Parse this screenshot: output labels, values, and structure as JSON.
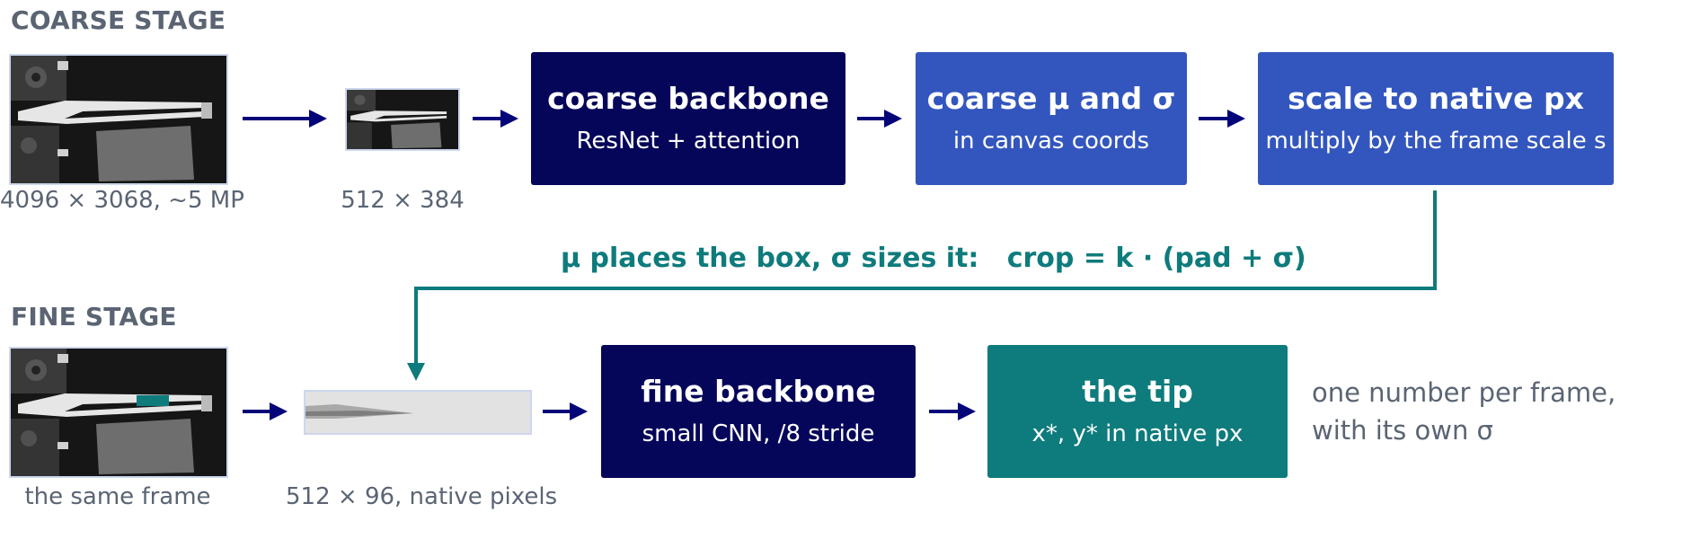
{
  "colors": {
    "navy": "#05055a",
    "blue": "#3356be",
    "teal": "#0e7b7c",
    "label_grey": "#5a6473",
    "arrow": "#05057a"
  },
  "coarse": {
    "section_label": "COARSE STAGE",
    "input_caption": "4096 × 3068, ~5 MP",
    "downsampled_caption": "512 × 384",
    "backbone": {
      "title": "coarse backbone",
      "subtitle": "ResNet + attention"
    },
    "mu_sigma": {
      "title": "coarse μ and σ",
      "subtitle": "in canvas coords"
    },
    "scale": {
      "title": "scale to native px",
      "subtitle": "multiply by the frame scale s"
    }
  },
  "link": {
    "label": "μ places the box, σ sizes it:   crop = k · (pad + σ)"
  },
  "fine": {
    "section_label": "FINE STAGE",
    "input_caption": "the same frame",
    "crop_caption": "512 × 96, native pixels",
    "backbone": {
      "title": "fine backbone",
      "subtitle": "small CNN, /8 stride"
    },
    "tip": {
      "title": "the tip",
      "subtitle": "x*, y* in native px"
    },
    "note_line1": "one number per frame,",
    "note_line2": "with its own σ"
  }
}
